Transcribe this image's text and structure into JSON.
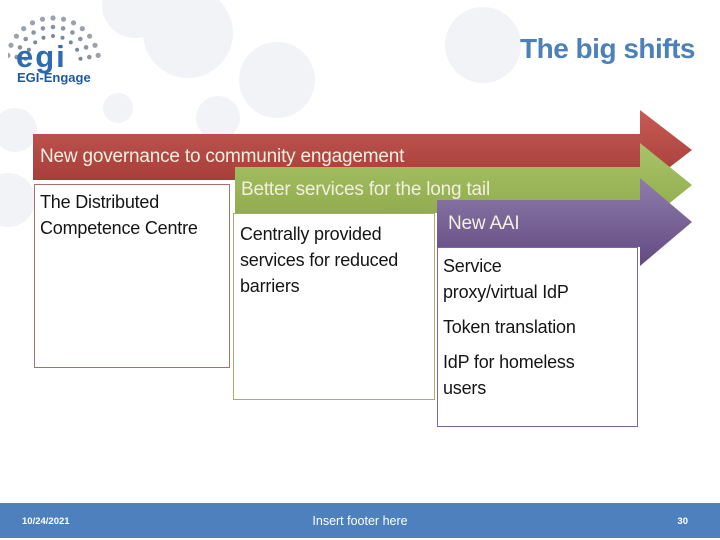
{
  "slide_title": "The big shifts",
  "logo": {
    "wordmark": "egi",
    "program": "EGI-Engage"
  },
  "banners": [
    {
      "label": "New governance to community engagement",
      "color": "#b94a45"
    },
    {
      "label": "Better services for the long tail",
      "color": "#9bba58"
    },
    {
      "label": "New AAI",
      "color": "#7a619c"
    }
  ],
  "boxes": [
    {
      "text": "The Distributed\nCompetence Centre"
    },
    {
      "text": "Centrally provided\nservices for reduced\nbarriers"
    },
    {
      "paragraphs": [
        "Service\nproxy/virtual IdP",
        "Token translation",
        "IdP for homeless\nusers"
      ]
    }
  ],
  "footer": {
    "date": "10/24/2021",
    "text": "Insert footer here",
    "page": "30",
    "bar_color": "#4d80bc"
  },
  "accent_colors": {
    "title_blue": "#4c80ba",
    "banner_text": "#f3efdf"
  }
}
